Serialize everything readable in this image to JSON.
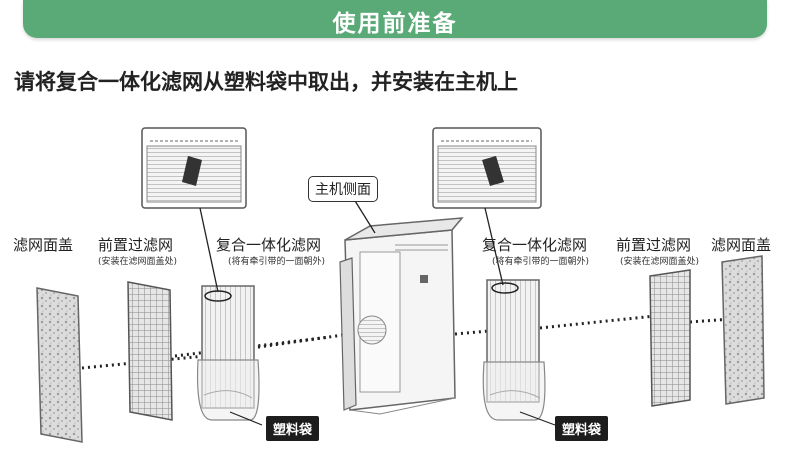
{
  "header": {
    "title": "使用前准备"
  },
  "instruction": "请将复合一体化滤网从塑料袋中取出，并安装在主机上",
  "left": {
    "filter_cover": "滤网面盖",
    "prefilter": "前置过滤网",
    "prefilter_note": "(安装在滤网面盖处)",
    "composite": "复合一体化滤网",
    "composite_note": "(将有牵引带的一面朝外)",
    "bag": "塑料袋"
  },
  "right": {
    "composite": "复合一体化滤网",
    "composite_note": "(将有牵引带的一面朝外)",
    "prefilter": "前置过滤网",
    "prefilter_note": "(安装在滤网面盖处)",
    "filter_cover": "滤网面盖",
    "bag": "塑料袋"
  },
  "main_unit_side": "主机侧面",
  "colors": {
    "header": "#5aaa78",
    "bag_tag": "#1d1d1d"
  }
}
